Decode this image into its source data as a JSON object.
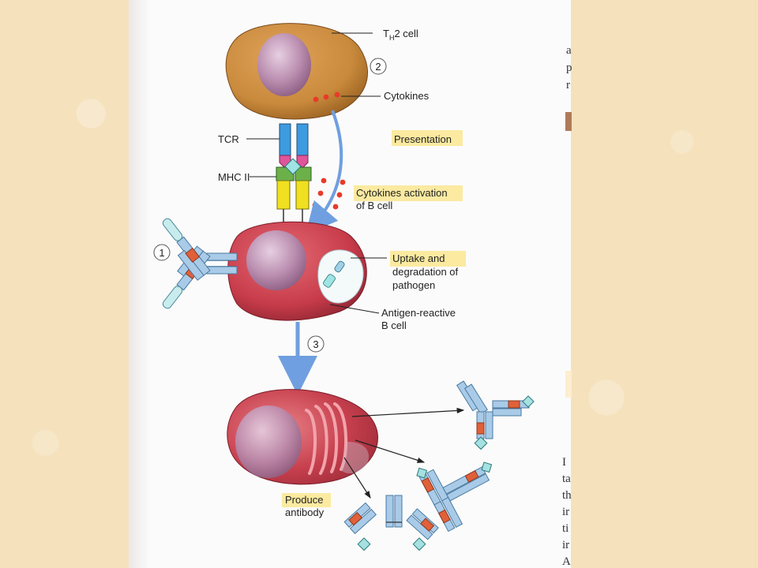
{
  "labels": {
    "th2_cell": "T",
    "th2_sub": "H",
    "th2_rest": "2 cell",
    "cytokines": "Cytokines",
    "tcr": "TCR",
    "mhc": "MHC II",
    "presentation": "Presentation",
    "activation_line1": "Cytokines activation",
    "activation_line2": "of B cell",
    "uptake_line1": "Uptake and",
    "uptake_line2": "degradation of",
    "uptake_line3": "pathogen",
    "bcell_line1": "Antigen-reactive",
    "bcell_line2": "B cell",
    "produce_line1": "Produce",
    "produce_line2": "antibody"
  },
  "steps": [
    "1",
    "2",
    "3"
  ],
  "right_margin_chars": [
    "a",
    "p",
    "r",
    "I",
    "ta",
    "th",
    "ir",
    "ti",
    "ir",
    "A"
  ],
  "colors": {
    "th2_cell": "#c98a3c",
    "b_cell": "#c83c4a",
    "nucleus": "#a77a9e",
    "arrow": "#6f9fe0",
    "tcr_blue": "#3d9be0",
    "tcr_pink": "#e0559a",
    "mhc_green": "#6cb04a",
    "mhc_yellow": "#f0e020",
    "antibody_light": "#a9cbe8",
    "antibody_red": "#e0603a",
    "antigen": "#a6e0e0",
    "highlight": "#fbeaa0"
  }
}
